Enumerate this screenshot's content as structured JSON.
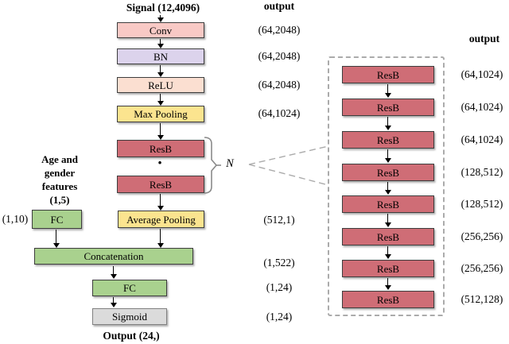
{
  "main": {
    "signal_label": "Signal (12,4096)",
    "output_header": "output",
    "conv": {
      "label": "Conv",
      "output": "(64,2048)"
    },
    "bn": {
      "label": "BN",
      "output": "(64,2048)"
    },
    "relu": {
      "label": "ReLU",
      "output": "(64,2048)"
    },
    "max_pooling": {
      "label": "Max Pooling",
      "output": "(64,1024)"
    },
    "resb_top": {
      "label": "ResB"
    },
    "ellipsis": "·",
    "resb_bottom": {
      "label": "ResB"
    },
    "repeat_count": "N",
    "average_pooling": {
      "label": "Average Pooling",
      "output": "(512,1)"
    },
    "concatenation": {
      "label": "Concatenation",
      "output": "(1,522)"
    },
    "fc": {
      "label": "FC",
      "output": "(1,24)"
    },
    "sigmoid": {
      "label": "Sigmoid",
      "output": "(1,24)"
    },
    "final_output_label": "Output (24,)"
  },
  "branch": {
    "features_label": "Age and\ngender\nfeatures\n(1,5)",
    "fc": {
      "label": "FC",
      "output": "(1,10)"
    }
  },
  "expanded": {
    "output_header": "output",
    "blocks": [
      {
        "label": "ResB",
        "output": "(64,1024)"
      },
      {
        "label": "ResB",
        "output": "(64,1024)"
      },
      {
        "label": "ResB",
        "output": "(64,1024)"
      },
      {
        "label": "ResB",
        "output": "(128,512)"
      },
      {
        "label": "ResB",
        "output": "(128,512)"
      },
      {
        "label": "ResB",
        "output": "(256,256)"
      },
      {
        "label": "ResB",
        "output": "(256,256)"
      },
      {
        "label": "ResB",
        "output": "(512,128)"
      }
    ]
  },
  "colors": {
    "conv_fill": "#F8C9C5",
    "bn_fill": "#DCD3EC",
    "relu_fill": "#FBDFD1",
    "pooling_fill": "#FBE48F",
    "resb_fill": "#CF6D76",
    "green_fill": "#A9D18E",
    "sigmoid_fill": "#DBDBDB",
    "box_border": "#3D3D3D",
    "sigmoid_border": "#818181",
    "dashed_gray": "#ABABAB",
    "text": "#000000"
  }
}
